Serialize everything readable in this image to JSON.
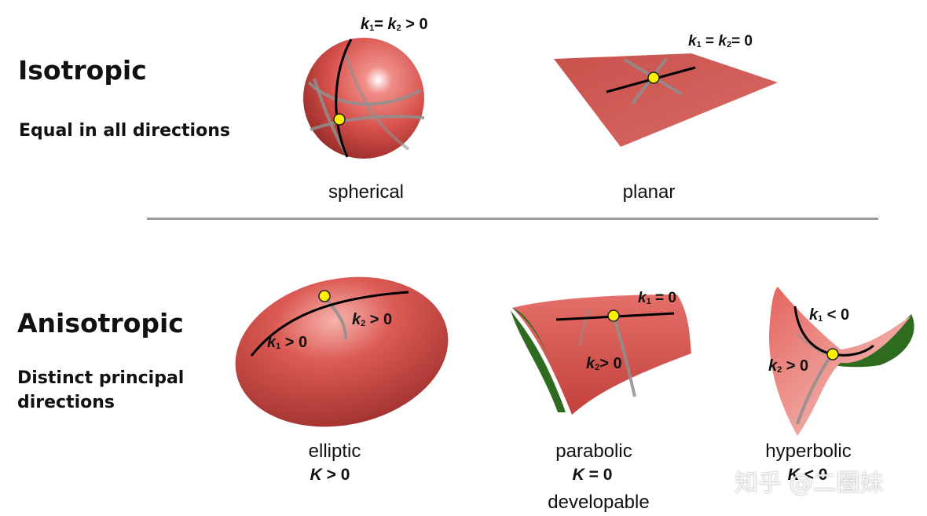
{
  "isotropic": {
    "heading": "Isotropic",
    "subtitle": "Equal in all directions",
    "spherical": {
      "caption": "spherical",
      "k1_label": "k",
      "k2_label": "k",
      "relation": "= ",
      "relation2": " > 0"
    },
    "planar": {
      "caption": "planar",
      "relation": " = ",
      "relation2": "= 0"
    }
  },
  "anisotropic": {
    "heading": "Anisotropic",
    "subtitle_line1": "Distinct principal",
    "subtitle_line2": "directions",
    "elliptic": {
      "caption": "elliptic",
      "K_value": " > 0",
      "k1_rel": " > 0",
      "k2_rel": " > 0"
    },
    "parabolic": {
      "caption": "parabolic",
      "K_value": " = 0",
      "extra": "developable",
      "k1_rel": " = 0",
      "k2_rel": "> 0"
    },
    "hyperbolic": {
      "caption": "hyperbolic",
      "K_value": " < 0",
      "k1_rel": " < 0",
      "k2_rel": " > 0"
    }
  },
  "symbols": {
    "k": "k",
    "K": "K",
    "sub1": "1",
    "sub2": "2"
  },
  "watermark": "知乎 @二圈妹",
  "colors": {
    "surface": "#d9534f",
    "surface_dark": "#a62c2a",
    "green": "#2e6b1f",
    "point": "#ffef00",
    "line": "#000000",
    "gray_line": "#8f8f8f"
  }
}
